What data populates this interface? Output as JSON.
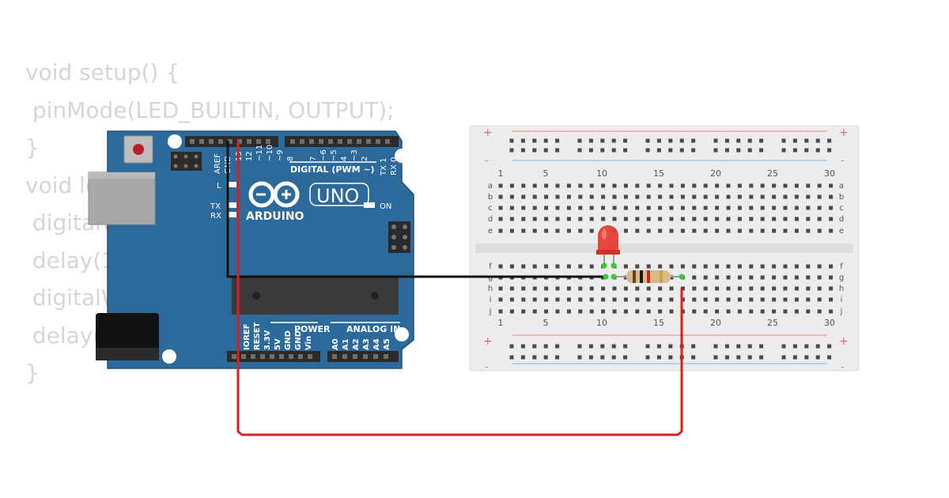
{
  "code": {
    "lines": [
      "void setup() {",
      " pinMode(LED_BUILTIN, OUTPUT);",
      "}",
      "void loop() {",
      " digitalWrite(LED_BUILTIN, HIGH);",
      " delay(1000);",
      " digitalWrite(LED_BUILTIN, LOW);",
      " delay(1000);",
      "}"
    ]
  },
  "arduino": {
    "brand": "ARDUINO",
    "model": "UNO",
    "digital_header": "DIGITAL (PWM ~)",
    "power_header": "POWER",
    "analog_header": "ANALOG IN",
    "label_L": "L",
    "label_TX": "TX",
    "label_RX": "RX",
    "label_ON": "ON",
    "top_pins": [
      "AREF",
      "GND",
      "13",
      "12",
      "~11",
      "~10",
      "~9",
      "8",
      "7",
      "~6",
      "~5",
      "4",
      "~3",
      "2",
      "TX 1",
      "RX 0"
    ],
    "power_pins": [
      "IOREF",
      "RESET",
      "3.3V",
      "5V",
      "GND",
      "GND",
      "Vin"
    ],
    "analog_pins": [
      "A0",
      "A1",
      "A2",
      "A3",
      "A4",
      "A5"
    ],
    "board_color": "#2b6a9b"
  },
  "breadboard": {
    "column_numbers": [
      "1",
      "5",
      "10",
      "15",
      "20",
      "25",
      "30"
    ],
    "rows_top": [
      "a",
      "b",
      "c",
      "d",
      "e"
    ],
    "rows_bottom": [
      "f",
      "g",
      "h",
      "i",
      "j"
    ],
    "plus": "+",
    "minus": "-"
  },
  "wires": {
    "gnd_color": "#111111",
    "signal_color": "#d9201e"
  },
  "led": {
    "color": "#e53a32"
  }
}
